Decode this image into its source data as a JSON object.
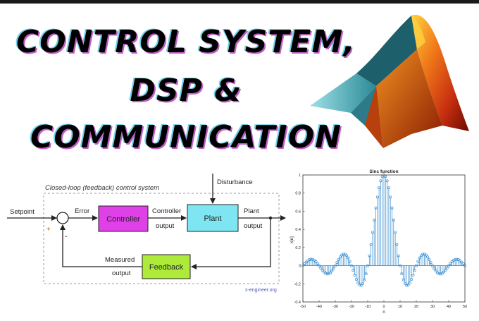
{
  "headline": {
    "line1": "CONTROL SYSTEM,",
    "line2": "DSP &",
    "line3": "COMMUNICATION"
  },
  "diagram": {
    "title": "Closed-loop (feedback) control system",
    "setpoint": "Setpoint",
    "plus": "+",
    "minus": "-",
    "error": "Error",
    "controller": "Controller",
    "controller_output_1": "Controller",
    "controller_output_2": "output",
    "disturbance": "Disturbance",
    "plant": "Plant",
    "plant_output_1": "Plant",
    "plant_output_2": "output",
    "measured_1": "Measured",
    "measured_2": "output",
    "feedback": "Feedback",
    "credit": "x-engineer.org",
    "colors": {
      "controller": "#e040e8",
      "plant": "#7ee6f2",
      "feedback": "#aeea3a"
    }
  },
  "chart_data": {
    "type": "stem",
    "title": "Sinc function",
    "xlabel": "n",
    "ylabel": "x[n]",
    "function": "sinc(pi*n/10)",
    "x_range": [
      -50,
      50
    ],
    "x_step": 1,
    "xlim": [
      -50,
      50
    ],
    "ylim": [
      -0.4,
      1
    ],
    "x_ticks": [
      "-50",
      "-40",
      "-30",
      "-20",
      "-10",
      "0",
      "10",
      "20",
      "30",
      "40",
      "50"
    ],
    "y_ticks": [
      "-0.4",
      "-0.2",
      "0",
      "0.2",
      "0.4",
      "0.6",
      "0.8",
      "1"
    ],
    "color": "#3c8fd0"
  }
}
